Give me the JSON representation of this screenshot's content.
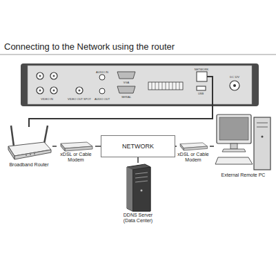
{
  "diagram": {
    "title": "Connecting to the Network using the router",
    "nodes": [
      {
        "text": [
          "Broadband Router"
        ]
      },
      {
        "text": [
          "xDSL or Cable Modem"
        ]
      },
      {
        "text": [
          "NETWORK"
        ]
      },
      {
        "text": [
          "xDSL or Cable Modem"
        ]
      },
      {
        "text": [
          "External Remote PC"
        ]
      },
      {
        "text": [
          "DDNS Server (Data Center)"
        ]
      }
    ],
    "edges": [
      {
        "from": 0,
        "to": 1,
        "arrow": "none"
      },
      {
        "from": 1,
        "to": 2,
        "arrow": "none"
      },
      {
        "from": 2,
        "to": 3,
        "arrow": "none"
      },
      {
        "from": 3,
        "to": 4,
        "arrow": "none"
      },
      {
        "from": 2,
        "to": 5,
        "arrow": "none"
      }
    ],
    "labels": [
      "VIDEO IN",
      "VIDEO OUT SPOT",
      "AUDIO IN",
      "AUDIO OUT",
      "VGA",
      "SERIAL",
      "NETWORK",
      "USB",
      "DC 12V"
    ]
  }
}
